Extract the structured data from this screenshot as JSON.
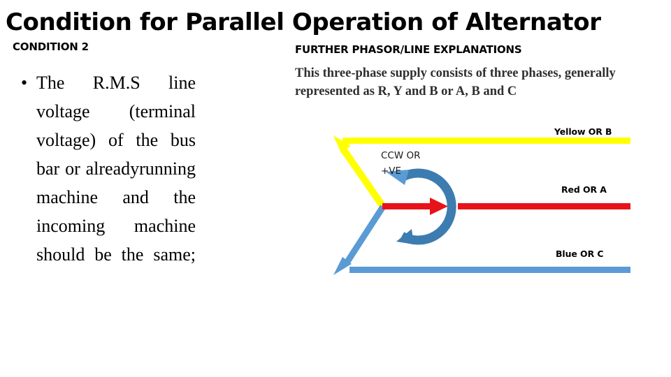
{
  "slide": {
    "title": "Condition for Parallel Operation of Alternator",
    "background_color": "#ffffff"
  },
  "left_column": {
    "heading": "CONDITION 2",
    "bullet_marker": "•",
    "bullet_text": "The R.M.S  line voltage (terminal voltage) of the bus bar or alreadyrunning machine and the incoming machine should be the same;"
  },
  "right_column": {
    "heading": "FURTHER PHASOR/LINE EXPLANATIONS",
    "body_text": "This three-phase supply consists of three phases, generally represented as R, Y and B or A, B and C"
  },
  "diagram": {
    "name": "three-phase-phasor-diagram",
    "rotation_label_line1": "CCW OR",
    "rotation_label_line2": "+VE",
    "phasors": [
      {
        "id": "yellow",
        "label": "Yellow OR B",
        "color": "#ffff00",
        "angle_deg": 125
      },
      {
        "id": "red",
        "label": "Red OR A",
        "color": "#e8131a",
        "angle_deg": 0
      },
      {
        "id": "blue",
        "label": "Blue OR C",
        "color": "#5b9bd5",
        "angle_deg": -125
      }
    ],
    "rotation_arc_color": "#3d7cb0",
    "rotation_direction": "counter-clockwise"
  }
}
